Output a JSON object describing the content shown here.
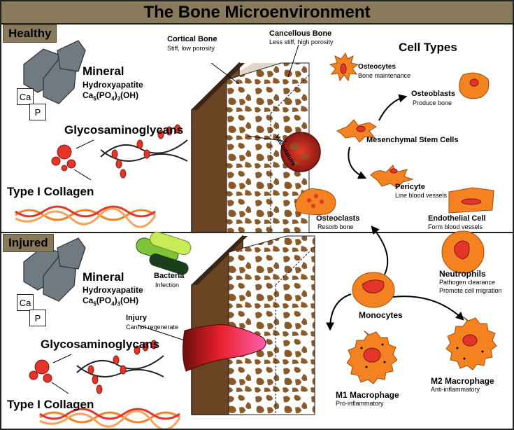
{
  "title": "The Bone Microenvironment",
  "sections": {
    "healthy": "Healthy",
    "injured": "Injured"
  },
  "healthy": {
    "mineral": {
      "title": "Mineral",
      "line1": "Hydroxyapatite",
      "formula": "Ca5(PO4)3(OH)",
      "ca": "Ca",
      "p": "P"
    },
    "gag": "Glycosaminoglycans",
    "collagen": "Type I Collagen",
    "cortical": {
      "title": "Cortical Bone",
      "sub": "Stiff, low porosity"
    },
    "cancellous": {
      "title": "Cancellous Bone",
      "sub": "Less stiff, high porosity"
    },
    "vasculature": "Vasculature",
    "cell_types_title": "Cell Types",
    "osteocytes": {
      "title": "Osteocytes",
      "sub": "Bone maintenance"
    },
    "osteoblasts": {
      "title": "Osteoblasts",
      "sub": "Produce bone"
    },
    "msc": "Mesenchymal Stem Cells",
    "pericyte": {
      "title": "Pericyte",
      "sub": "Line blood vessels"
    },
    "osteoclasts": {
      "title": "Osteoclasts",
      "sub": "Resorb bone"
    },
    "endothelial": {
      "title": "Endothelial Cell",
      "sub": "Form blood vessels"
    }
  },
  "injured": {
    "mineral": {
      "title": "Mineral",
      "line1": "Hydroxyapatite",
      "formula": "Ca5(PO4)3(OH)",
      "ca": "Ca",
      "p": "P"
    },
    "gag": "Glycosaminoglycans",
    "collagen": "Type I Collagen",
    "bacteria": {
      "title": "Bacteria",
      "sub": "Infection"
    },
    "injury": {
      "title": "Injury",
      "sub": "Cannot regenerate"
    },
    "neutrophils": {
      "title": "Neutrophils",
      "sub1": "Pathogen clearance",
      "sub2": "Promote cell migration"
    },
    "monocytes": "Monocytes",
    "m1": {
      "title": "M1 Macrophage",
      "sub": "Pro-inflammatory"
    },
    "m2": {
      "title": "M2 Macrophage",
      "sub": "Anti-inflammatory"
    }
  },
  "colors": {
    "header": "#8a7a5c",
    "cortical": "#6b4423",
    "cancellous": "#8b5a2b",
    "cell_orange": "#f58220",
    "nucleus_red": "#e5342a",
    "bacteria_green": "#b8e04a",
    "bacteria_dark": "#1a3d1a"
  }
}
